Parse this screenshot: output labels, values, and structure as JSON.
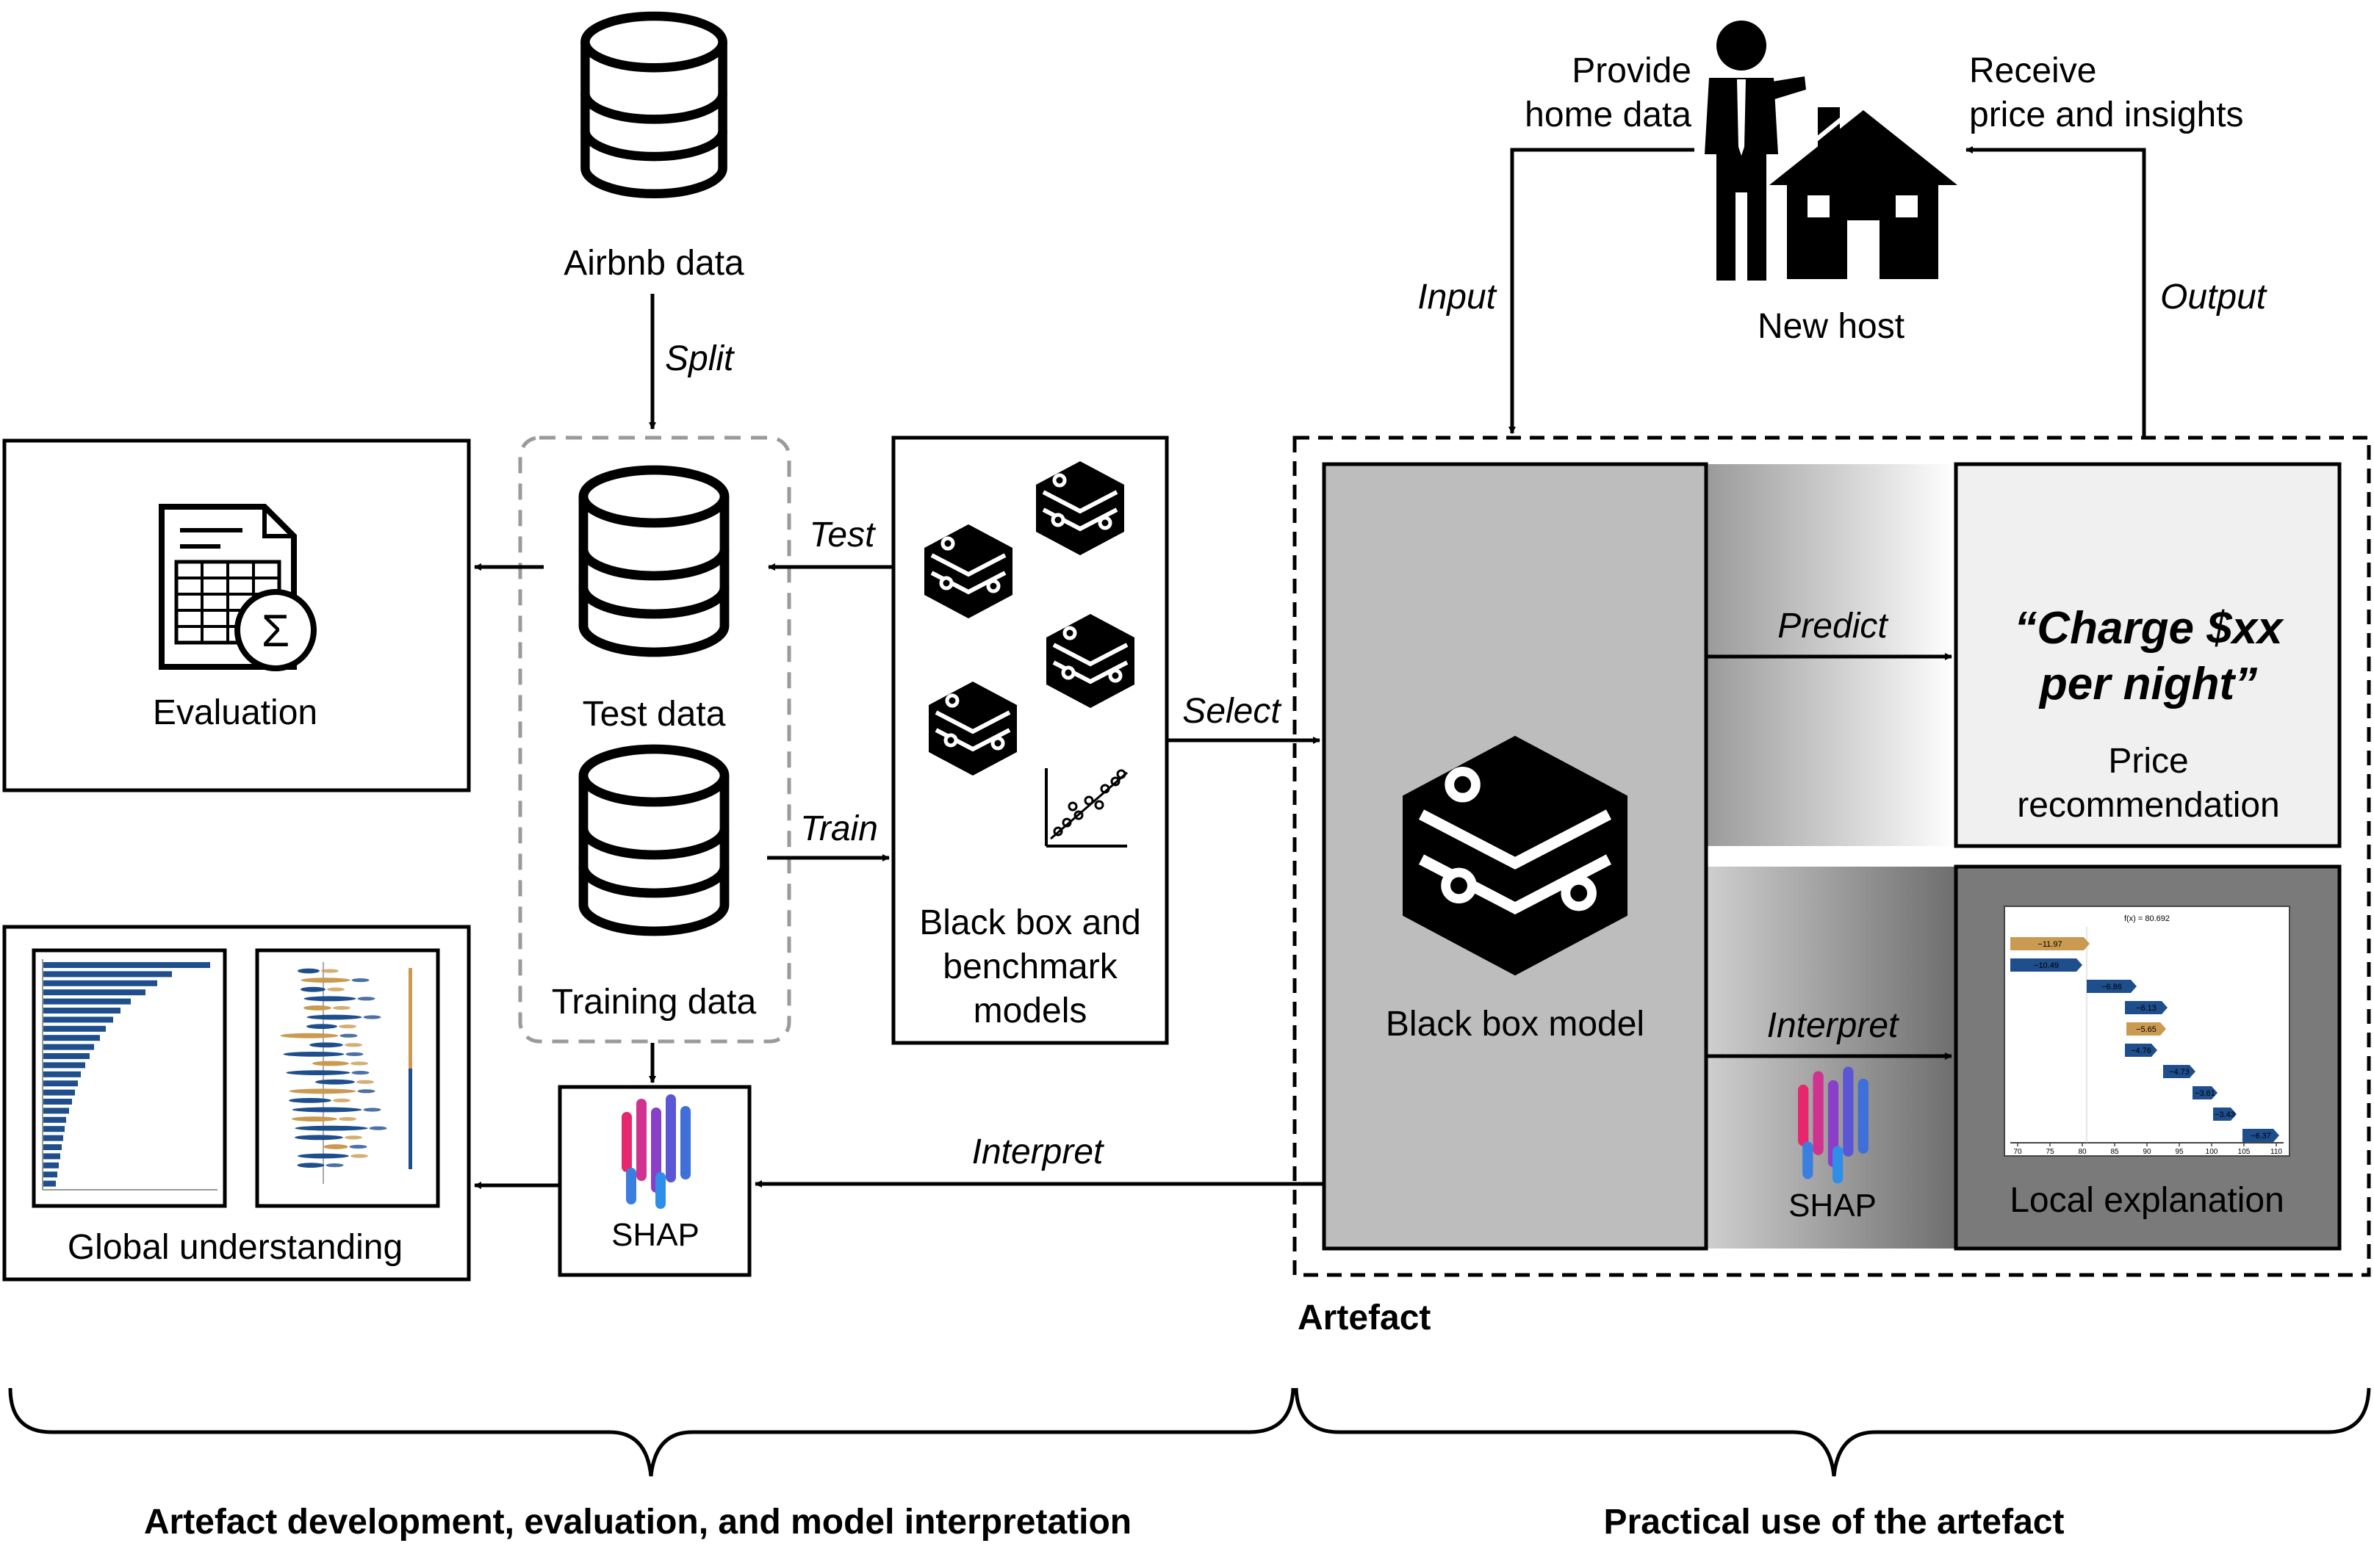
{
  "sources": {
    "airbnb": "Airbnb data",
    "test": "Test data",
    "training": "Training data",
    "new_host": "New host"
  },
  "boxes": {
    "evaluation": "Evaluation",
    "global": "Global understanding",
    "models": [
      "Black box and",
      "benchmark",
      "models"
    ],
    "shap": "SHAP",
    "black_box": "Black box model",
    "price_quote": [
      "“Charge $xx",
      "per night”"
    ],
    "price_rec": [
      "Price",
      "recommendation"
    ],
    "local": "Local explanation",
    "artefact": "Artefact"
  },
  "edges": {
    "split": "Split",
    "test": "Test",
    "train": "Train",
    "select": "Select",
    "predict": "Predict",
    "interpret_local": "Interpret",
    "interpret_global": "Interpret",
    "input": "Input",
    "output": "Output",
    "provide": [
      "Provide",
      "home data"
    ],
    "receive": [
      "Receive",
      "price and insights"
    ]
  },
  "sections": {
    "left": "Artefact development, evaluation, and model interpretation",
    "right": "Practical use of the artefact"
  },
  "waterfall": {
    "header": "f(x) = 80.692",
    "values": [
      "−11.97",
      "−10.49",
      "−6.86",
      "−6.13",
      "−5.65",
      "−4.76",
      "−4.73",
      "−3.61",
      "−3.43",
      "−6.37"
    ],
    "ticks": [
      "70",
      "75",
      "80",
      "85",
      "90",
      "95",
      "100",
      "105",
      "110"
    ]
  },
  "colors": {
    "shap_pink": "#e8266e",
    "shap_blue": "#3f6fd8",
    "shap_purple": "#7b3fd1",
    "bar_blue": "#1f4e8c",
    "bar_gold": "#c99a50"
  }
}
